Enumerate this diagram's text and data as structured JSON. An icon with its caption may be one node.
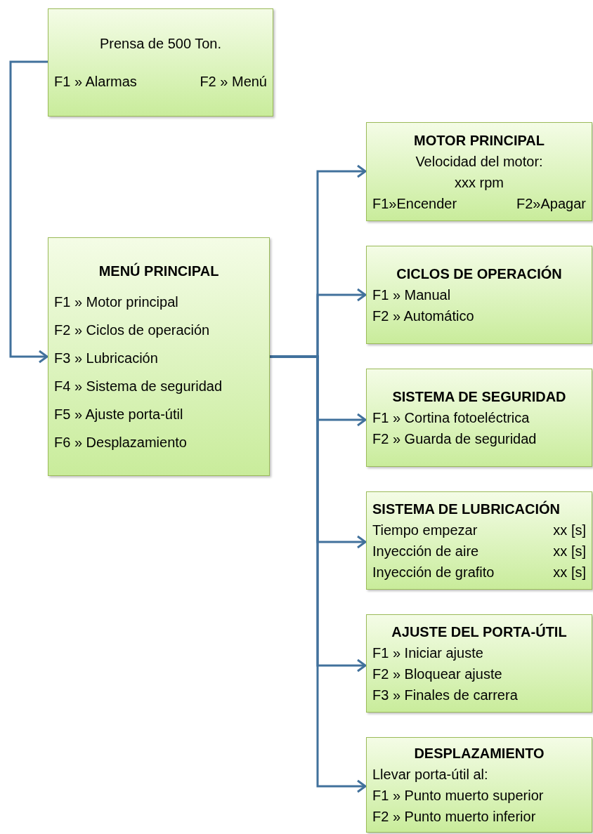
{
  "diagram": {
    "nodes": [
      {
        "text": [
          "Prensa de 500 Ton.",
          "F1 » Alarmas",
          "F2 » Menú"
        ]
      },
      {
        "text": [
          "MENÚ PRINCIPAL",
          "F1 » Motor principal",
          "F2 » Ciclos de operación",
          "F3 » Lubricación",
          "F4 » Sistema de seguridad",
          "F5 » Ajuste porta-útil",
          "F6 » Desplazamiento"
        ]
      },
      {
        "text": [
          "MOTOR PRINCIPAL",
          "Velocidad del motor:",
          "xxx rpm",
          "F1»Encender",
          "F2»Apagar"
        ]
      },
      {
        "text": [
          "CICLOS DE OPERACIÓN",
          "F1 » Manual",
          "F2 » Automático"
        ]
      },
      {
        "text": [
          "SISTEMA DE SEGURIDAD",
          "F1 » Cortina fotoeléctrica",
          "F2 » Guarda de seguridad"
        ]
      },
      {
        "text": [
          "SISTEMA DE LUBRICACIÓN",
          "Tiempo empezar",
          "xx [s]",
          "Inyección de aire",
          "xx [s]",
          "Inyección de grafito",
          "xx [s]"
        ]
      },
      {
        "text": [
          "AJUSTE DEL PORTA-ÚTIL",
          "F1 » Iniciar ajuste",
          "F2 » Bloquear ajuste",
          "F3 » Finales de carrera"
        ]
      },
      {
        "text": [
          "DESPLAZAMIENTO",
          "Llevar porta-útil al:",
          "F1 » Punto muerto superior",
          "F2 » Punto muerto inferior"
        ]
      }
    ],
    "edges": [
      {
        "from": 0,
        "to": 1,
        "arrow": "to"
      },
      {
        "from": 1,
        "to": 2,
        "arrow": "to"
      },
      {
        "from": 1,
        "to": 3,
        "arrow": "to"
      },
      {
        "from": 1,
        "to": 4,
        "arrow": "to"
      },
      {
        "from": 1,
        "to": 5,
        "arrow": "to"
      },
      {
        "from": 1,
        "to": 6,
        "arrow": "to"
      },
      {
        "from": 1,
        "to": 7,
        "arrow": "to"
      }
    ]
  }
}
